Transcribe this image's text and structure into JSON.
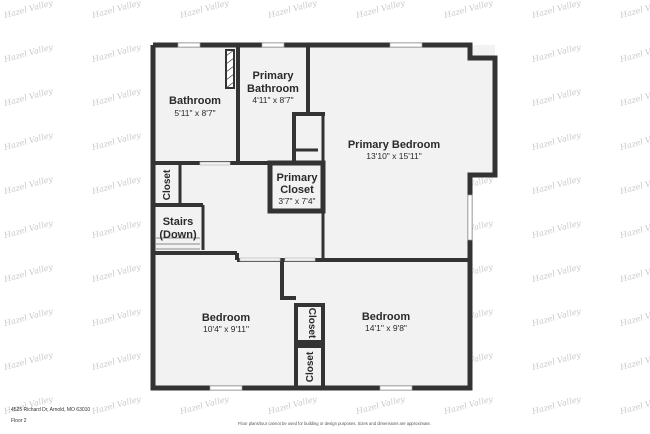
{
  "watermark_text": "Hazel Valley",
  "rooms": {
    "bathroom": {
      "name": "Bathroom",
      "dims": "5'11\" x 8'7\""
    },
    "primary_bathroom": {
      "name_line1": "Primary",
      "name_line2": "Bathroom",
      "dims": "4'11\" x 8'7\""
    },
    "primary_bedroom": {
      "name": "Primary Bedroom",
      "dims": "13'10\" x 15'11\""
    },
    "closet_left": {
      "name": "Closet"
    },
    "stairs": {
      "name_line1": "Stairs",
      "name_line2": "(Down)"
    },
    "primary_closet": {
      "name_line1": "Primary",
      "name_line2": "Closet",
      "dims": "3'7\" x 7'4\""
    },
    "bedroom_left": {
      "name": "Bedroom",
      "dims": "10'4\" x 9'11\""
    },
    "bedroom_right": {
      "name": "Bedroom",
      "dims": "14'1\" x 9'8\""
    },
    "closet_mid_top": {
      "name": "Closet"
    },
    "closet_mid_bottom": {
      "name": "Closet"
    }
  },
  "footer": {
    "address": "4525 Richard Dr, Arnold, MO 63010",
    "floor": "Floor 2",
    "disclaimer": "Floor plans/tour cannot be used for building or design purposes. Sizes and dimensions are approximate."
  },
  "colors": {
    "wall": "#333333",
    "floor": "#f2f2f2",
    "window": "#ffffff"
  }
}
